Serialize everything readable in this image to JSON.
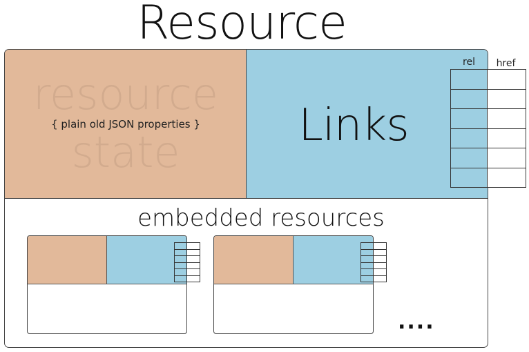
{
  "title": "Resource",
  "state": {
    "word_1": "resource",
    "word_2": "state",
    "caption": "{ plain old JSON properties }"
  },
  "links": {
    "label": "Links",
    "columns": [
      "rel",
      "href"
    ],
    "row_count": 6
  },
  "embedded": {
    "label": "embedded resources",
    "mini_row_count": 6,
    "more": "...."
  },
  "colors": {
    "state": "#e2b99a",
    "links": "#9dcfe2"
  }
}
